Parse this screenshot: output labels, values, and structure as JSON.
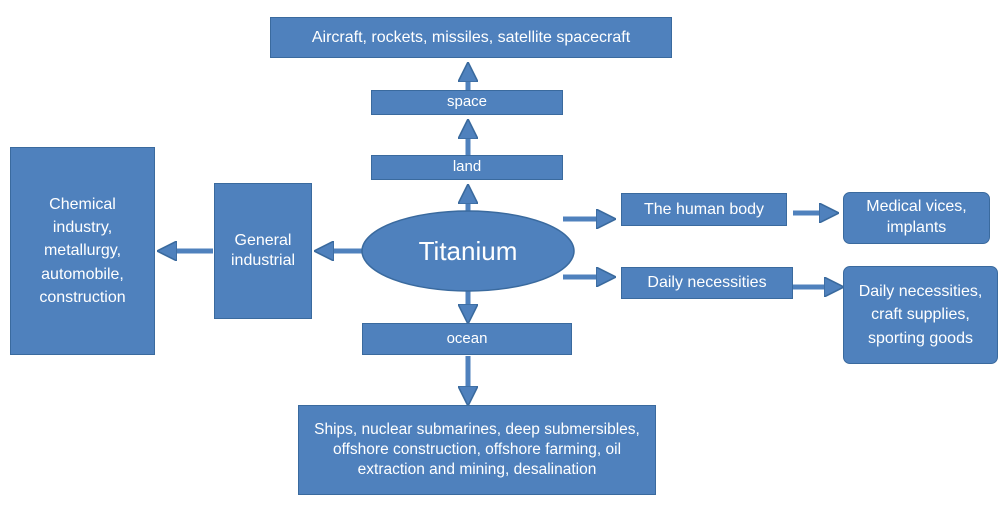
{
  "colors": {
    "box_fill": "#4F81BD",
    "box_edge": "#3A6A9E",
    "text": "#FFFFFF"
  },
  "nodes": {
    "top": "Aircraft, rockets, missiles, satellite spacecraft",
    "space": "space",
    "land": "land",
    "center": "Titanium",
    "ocean": "ocean",
    "bottom": "Ships, nuclear submarines, deep submersibles, offshore construction, offshore farming, oil extraction and mining, desalination",
    "general": "General industrial",
    "chemical": "Chemical industry, metallurgy, automobile, construction",
    "human_body": "The human body",
    "medical": "Medical vices, implants",
    "daily": "Daily necessities",
    "daily_goods": "Daily necessities, craft supplies, sporting goods"
  }
}
